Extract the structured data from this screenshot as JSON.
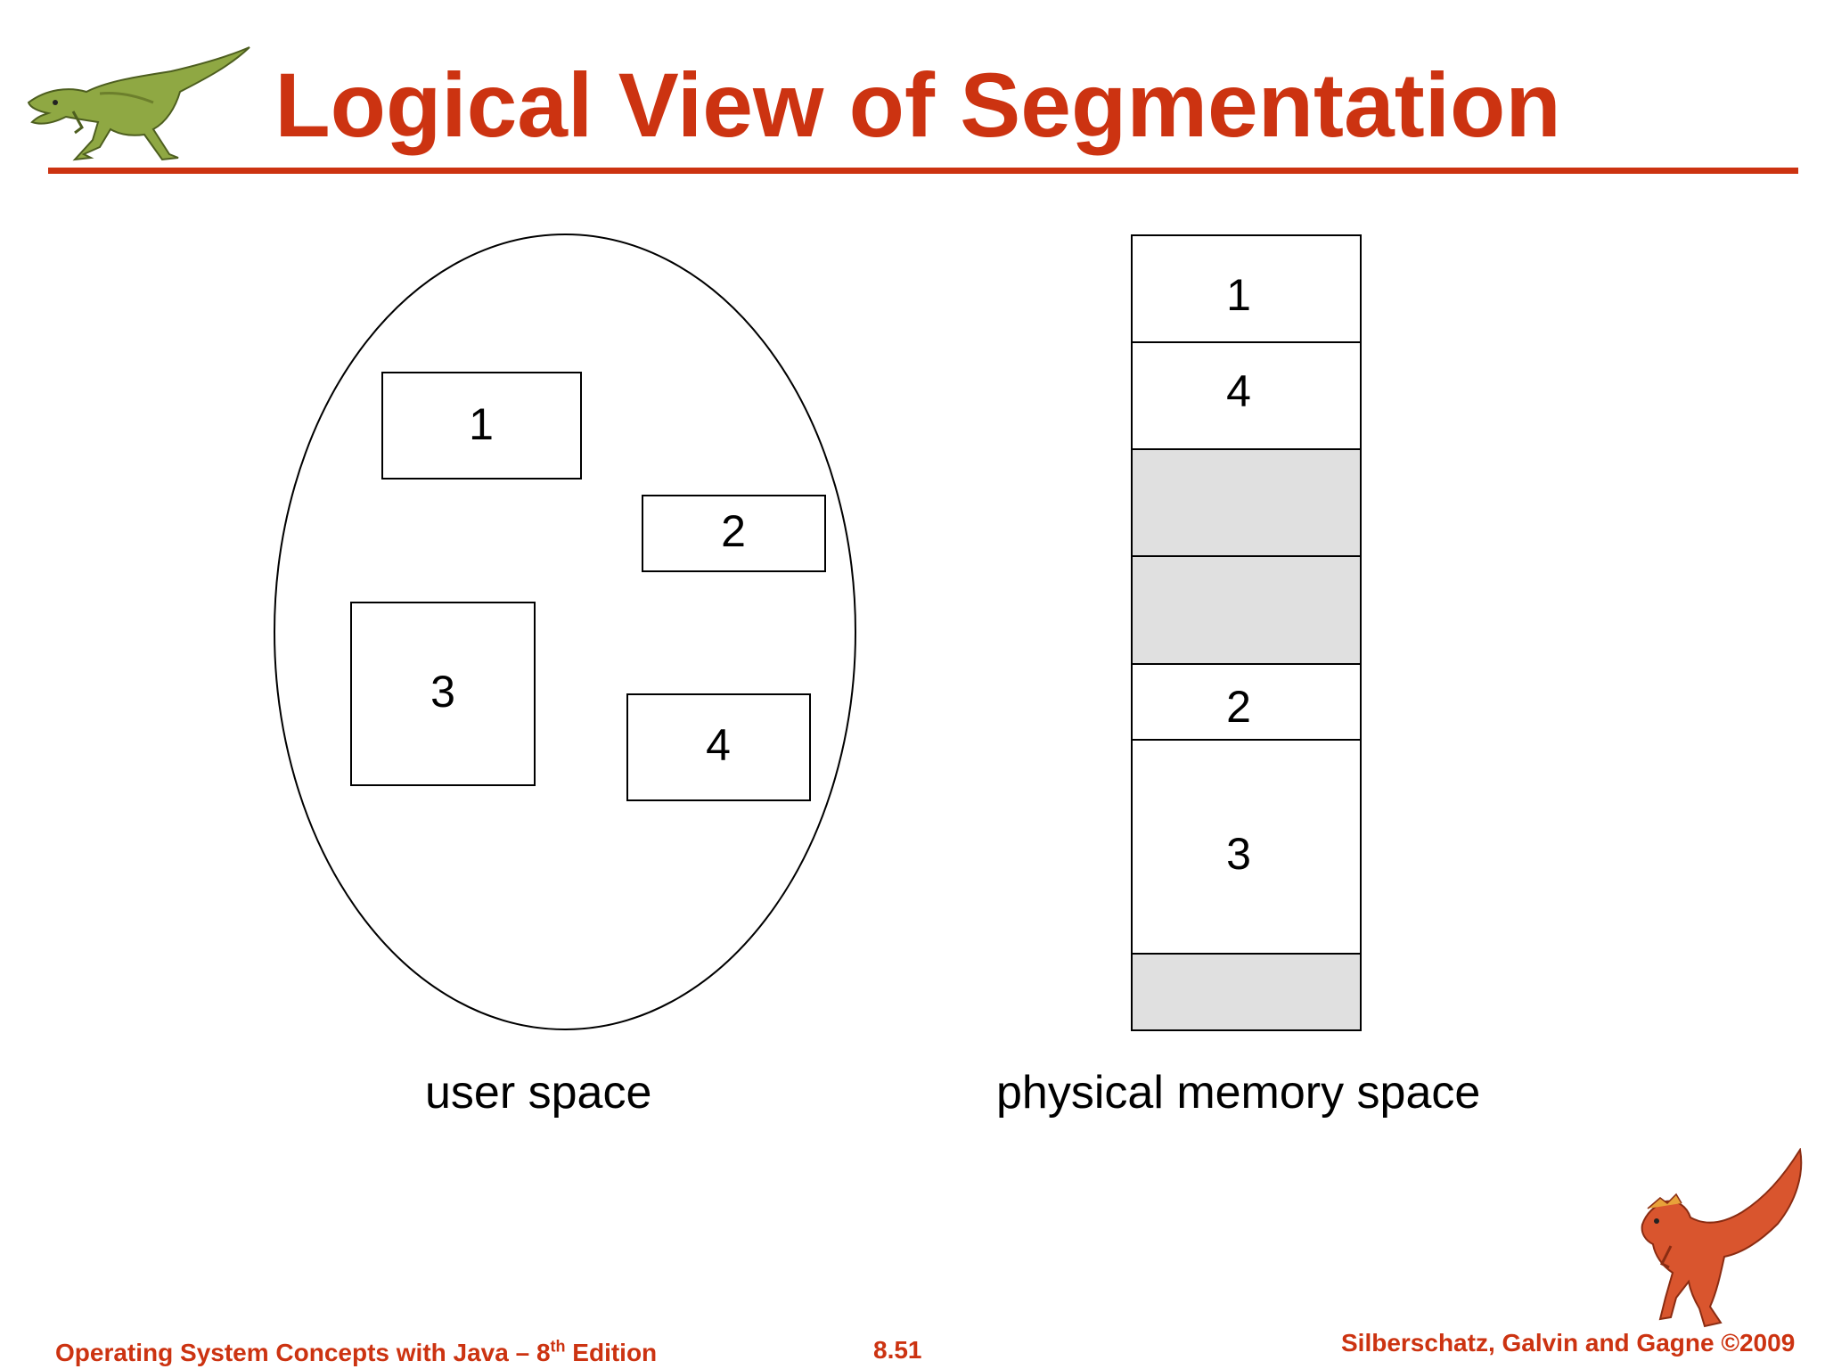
{
  "slide": {
    "title": "Logical View of Segmentation"
  },
  "diagram": {
    "user_space": {
      "caption": "user space",
      "segments": [
        {
          "label": "1"
        },
        {
          "label": "2"
        },
        {
          "label": "3"
        },
        {
          "label": "4"
        }
      ]
    },
    "physical_memory": {
      "caption": "physical memory space",
      "blocks": [
        {
          "label": "1",
          "free": false
        },
        {
          "label": "4",
          "free": false
        },
        {
          "label": "",
          "free": true
        },
        {
          "label": "",
          "free": true
        },
        {
          "label": "2",
          "free": false
        },
        {
          "label": "3",
          "free": false
        },
        {
          "label": "",
          "free": true
        }
      ],
      "free_color": "#e0e0e0"
    }
  },
  "footer": {
    "book_title_prefix": "Operating System Concepts  with Java – 8",
    "book_title_sup": "th",
    "book_title_suffix": " Edition",
    "page_number": "8.51",
    "copyright": "Silberschatz, Galvin and Gagne ©2009"
  },
  "colors": {
    "accent": "#cc3311",
    "free_memory": "#e0e0e0"
  },
  "icons": {
    "top_left": "green-dinosaur-icon",
    "bottom_right": "red-dinosaur-icon"
  }
}
